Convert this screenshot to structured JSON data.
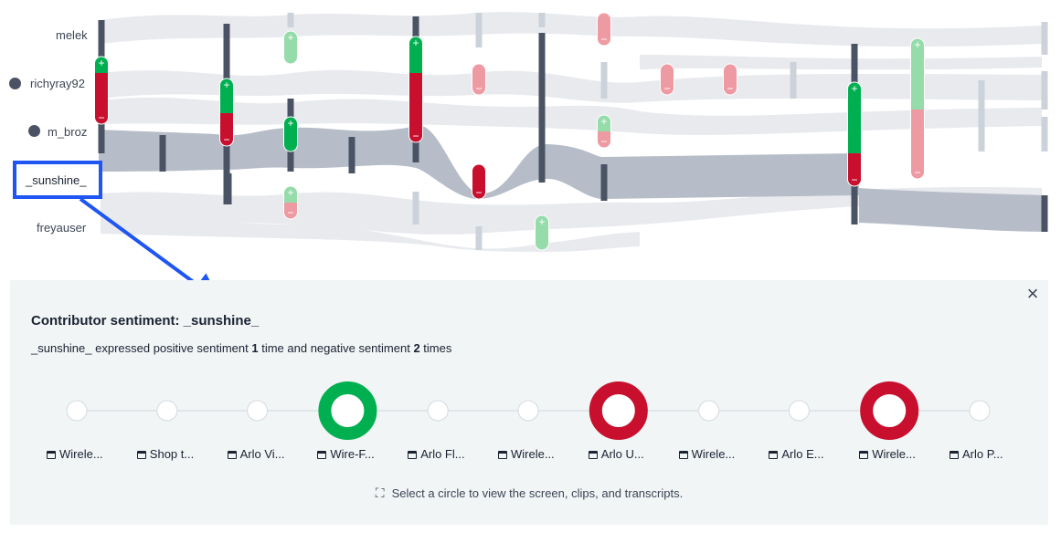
{
  "contributors": [
    {
      "name": "melek",
      "has_dot": false
    },
    {
      "name": "richyray92",
      "has_dot": true
    },
    {
      "name": "m_broz",
      "has_dot": true
    },
    {
      "name": "_sunshine_",
      "has_dot": false,
      "selected": true
    },
    {
      "name": "freyauser",
      "has_dot": false
    }
  ],
  "colors": {
    "accent_blue": "#1f55f2",
    "positive": "#00b050",
    "negative": "#c8102e",
    "positive_light": "#95dcaa",
    "negative_light": "#ee9aa2",
    "flow_light": "#e8eaee",
    "flow_selected": "#b6bdc8",
    "node": "#4a5363",
    "panel_bg": "#f1f5f6"
  },
  "panel": {
    "title": "Contributor sentiment: _sunshine_",
    "summary": {
      "prefix": "_sunshine_ expressed positive sentiment ",
      "positive_count": "1",
      "middle": " time and negative sentiment ",
      "negative_count": "2",
      "suffix": " times"
    },
    "close_icon": "close-icon",
    "hint": "Select a circle to view the screen, clips, and transcripts.",
    "hint_icon": "cursor-click-icon"
  },
  "steps": [
    {
      "label": "Wirele...",
      "sentiment": "none"
    },
    {
      "label": "Shop t...",
      "sentiment": "none"
    },
    {
      "label": "Arlo Vi...",
      "sentiment": "none"
    },
    {
      "label": "Wire-F...",
      "sentiment": "positive"
    },
    {
      "label": "Arlo Fl...",
      "sentiment": "none"
    },
    {
      "label": "Wirele...",
      "sentiment": "none"
    },
    {
      "label": "Arlo U...",
      "sentiment": "negative"
    },
    {
      "label": "Wirele...",
      "sentiment": "none"
    },
    {
      "label": "Arlo E...",
      "sentiment": "none"
    },
    {
      "label": "Wirele...",
      "sentiment": "negative"
    },
    {
      "label": "Arlo P...",
      "sentiment": "none"
    }
  ]
}
